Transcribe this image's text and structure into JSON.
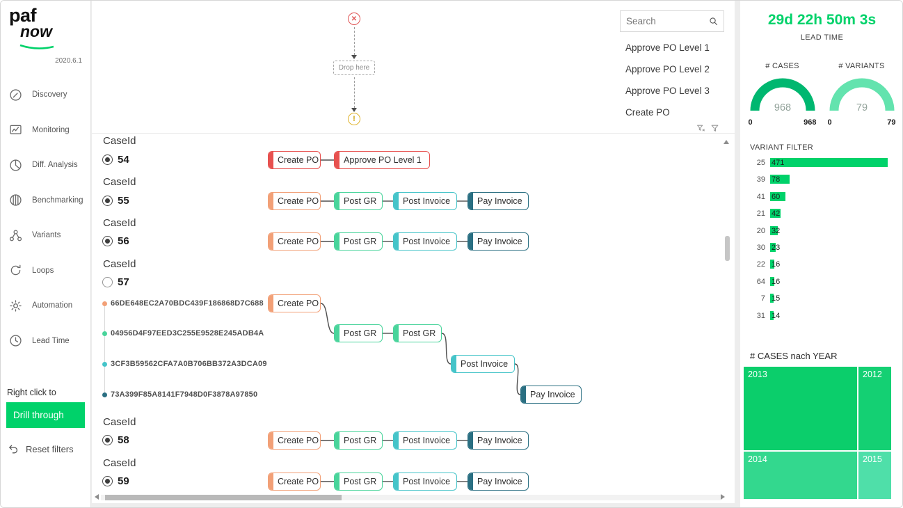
{
  "app": {
    "logo_top": "paf",
    "logo_bottom": "now",
    "version": "2020.6.1"
  },
  "colors": {
    "accent": "#00d26a",
    "red": "#e7514f",
    "orange": "#f2a077",
    "green": "#49d49b",
    "teal": "#45c4c9",
    "dark": "#2a6f82",
    "gauge_cases": "#00b770",
    "gauge_variants": "#63e3ae"
  },
  "sidebar": {
    "items": [
      {
        "id": "discovery",
        "label": "Discovery"
      },
      {
        "id": "monitoring",
        "label": "Monitoring"
      },
      {
        "id": "diff",
        "label": "Diff. Analysis"
      },
      {
        "id": "benchmarking",
        "label": "Benchmarking"
      },
      {
        "id": "variants",
        "label": "Variants"
      },
      {
        "id": "loops",
        "label": "Loops"
      },
      {
        "id": "automation",
        "label": "Automation"
      },
      {
        "id": "leadtime",
        "label": "Lead Time"
      }
    ],
    "right_click": "Right click to",
    "drill_through": "Drill through",
    "reset_filters": "Reset filters"
  },
  "canvas": {
    "drop_label": "Drop here"
  },
  "search": {
    "placeholder": "Search",
    "results": [
      "Approve PO Level 1",
      "Approve PO Level 2",
      "Approve PO Level 3",
      "Create PO"
    ]
  },
  "kpi": {
    "lead_time_value": "29d 22h 50m 3s",
    "lead_time_label": "LEAD TIME",
    "gauges": [
      {
        "title": "# CASES",
        "value": "968",
        "min": "0",
        "max": "968"
      },
      {
        "title": "# VARIANTS",
        "value": "79",
        "min": "0",
        "max": "79"
      }
    ]
  },
  "variant_filter": {
    "title": "VARIANT FILTER",
    "max_cases": 471,
    "rows": [
      {
        "variant": "25",
        "cases": 471
      },
      {
        "variant": "39",
        "cases": 78
      },
      {
        "variant": "41",
        "cases": 60
      },
      {
        "variant": "21",
        "cases": 42
      },
      {
        "variant": "20",
        "cases": 32
      },
      {
        "variant": "30",
        "cases": 23
      },
      {
        "variant": "22",
        "cases": 16
      },
      {
        "variant": "64",
        "cases": 16
      },
      {
        "variant": "7",
        "cases": 15
      },
      {
        "variant": "31",
        "cases": 14
      }
    ]
  },
  "treemap": {
    "title": "# CASES nach YEAR",
    "cells": [
      {
        "year": "2013",
        "color": "#0bce6b"
      },
      {
        "year": "2012",
        "color": "#14d073"
      },
      {
        "year": "2014",
        "color": "#33d88e"
      },
      {
        "year": "2015",
        "color": "#4fdfa9"
      }
    ]
  },
  "cases": {
    "label": "CaseId",
    "rows": [
      {
        "id": "54",
        "selected": true,
        "flow": [
          {
            "label": "Create PO",
            "color": "red"
          },
          {
            "label": "Approve PO Level 1",
            "color": "red"
          }
        ]
      },
      {
        "id": "55",
        "selected": true,
        "flow": [
          {
            "label": "Create PO",
            "color": "orange"
          },
          {
            "label": "Post GR",
            "color": "green"
          },
          {
            "label": "Post Invoice",
            "color": "teal"
          },
          {
            "label": "Pay Invoice",
            "color": "dark"
          }
        ]
      },
      {
        "id": "56",
        "selected": true,
        "flow": [
          {
            "label": "Create PO",
            "color": "orange"
          },
          {
            "label": "Post GR",
            "color": "green"
          },
          {
            "label": "Post Invoice",
            "color": "teal"
          },
          {
            "label": "Pay Invoice",
            "color": "dark"
          }
        ]
      },
      {
        "id": "57",
        "selected": false,
        "events": [
          {
            "guid": "66DE648EC2A70BDC439F186868D7C688",
            "color": "orange"
          },
          {
            "guid": "04956D4F97EED3C255E9528E245ADB4A",
            "color": "green"
          },
          {
            "guid": "3CF3B59562CFA7A0B706BB372A3DCA09",
            "color": "teal"
          },
          {
            "guid": "73A399F85A8141F7948D0F3878A97850",
            "color": "dark"
          }
        ],
        "pills": [
          {
            "label": "Create PO",
            "color": "orange"
          },
          {
            "label": "Post GR",
            "color": "green"
          },
          {
            "label": "Post GR",
            "color": "green"
          },
          {
            "label": "Post Invoice",
            "color": "teal"
          },
          {
            "label": "Pay Invoice",
            "color": "dark"
          }
        ]
      },
      {
        "id": "58",
        "selected": true,
        "flow": [
          {
            "label": "Create PO",
            "color": "orange"
          },
          {
            "label": "Post GR",
            "color": "green"
          },
          {
            "label": "Post Invoice",
            "color": "teal"
          },
          {
            "label": "Pay Invoice",
            "color": "dark"
          }
        ]
      },
      {
        "id": "59",
        "selected": true,
        "flow": [
          {
            "label": "Create PO",
            "color": "orange"
          },
          {
            "label": "Post GR",
            "color": "green"
          },
          {
            "label": "Post Invoice",
            "color": "teal"
          },
          {
            "label": "Pay Invoice",
            "color": "dark"
          }
        ]
      }
    ]
  }
}
